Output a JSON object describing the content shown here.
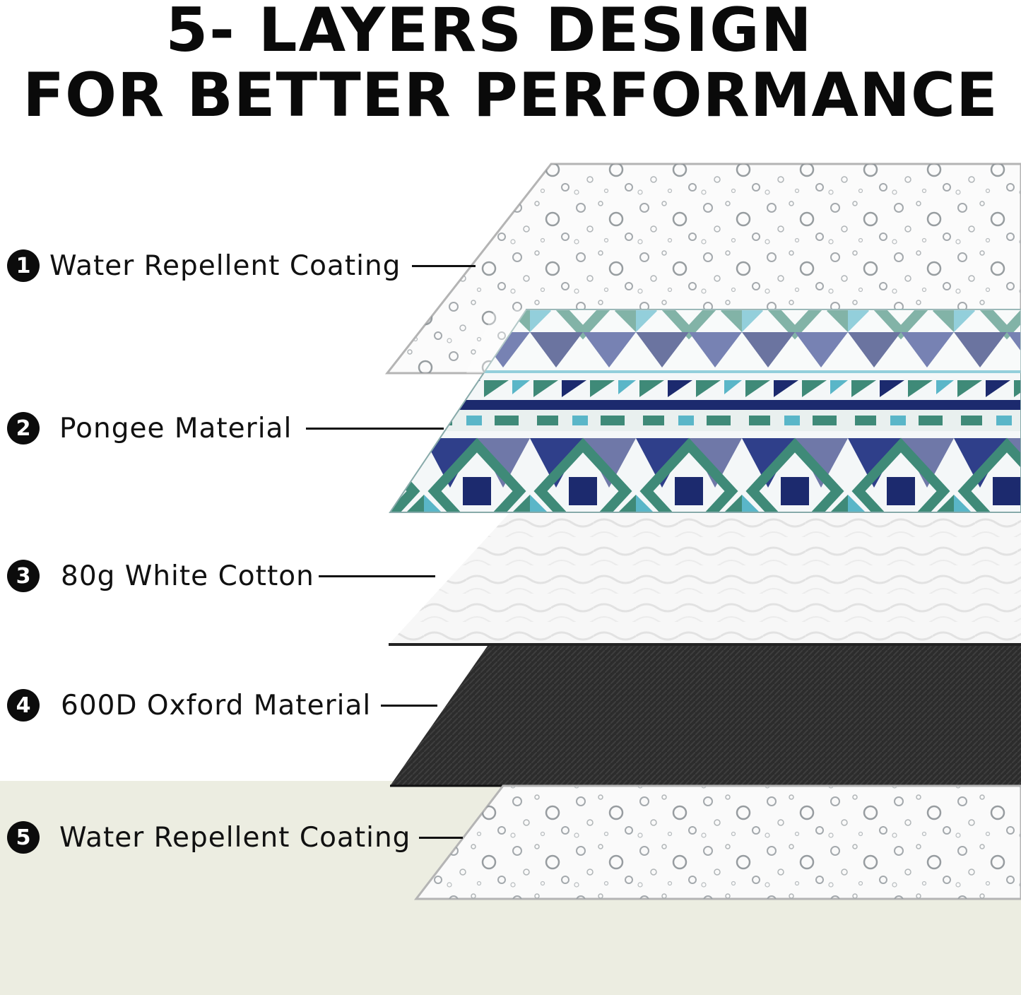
{
  "headline": {
    "line1": "5- LAYERS DESIGN",
    "line2": "FOR BETTER PERFORMANCE"
  },
  "layers": [
    {
      "number": "1",
      "label": "Water Repellent Coating",
      "material": "water-coating"
    },
    {
      "number": "2",
      "label": "Pongee Material",
      "material": "pongee-pattern"
    },
    {
      "number": "3",
      "label": "80g White Cotton",
      "material": "white-cotton"
    },
    {
      "number": "4",
      "label": "600D Oxford Material",
      "material": "oxford-black"
    },
    {
      "number": "5",
      "label": "Water Repellent Coating",
      "material": "water-coating"
    }
  ],
  "colors": {
    "text": "#0a0a0a",
    "pattern_teal": "#3f8a78",
    "pattern_navy": "#1c2a6e",
    "pattern_cyan": "#5ab6c8",
    "oxford": "#2e2e2e",
    "bottom_band": "#ecede1"
  }
}
